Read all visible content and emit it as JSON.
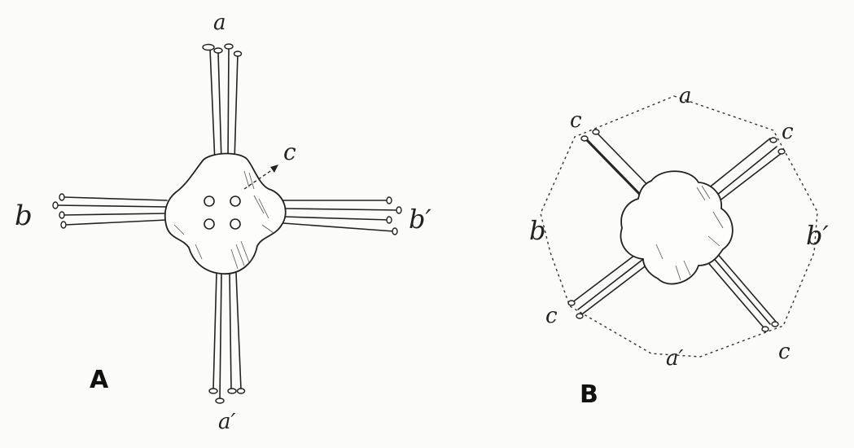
{
  "figure_a": {
    "panel_label": "A",
    "labels": {
      "top": "a",
      "bottom": "a′",
      "left": "b",
      "right": "b′",
      "arrow": "c"
    }
  },
  "figure_b": {
    "panel_label": "B",
    "labels": {
      "top": "a",
      "bottom": "a′",
      "left": "b",
      "right": "b′",
      "corner_tl": "c",
      "corner_tr": "c",
      "corner_bl": "c",
      "corner_br": "c"
    }
  }
}
